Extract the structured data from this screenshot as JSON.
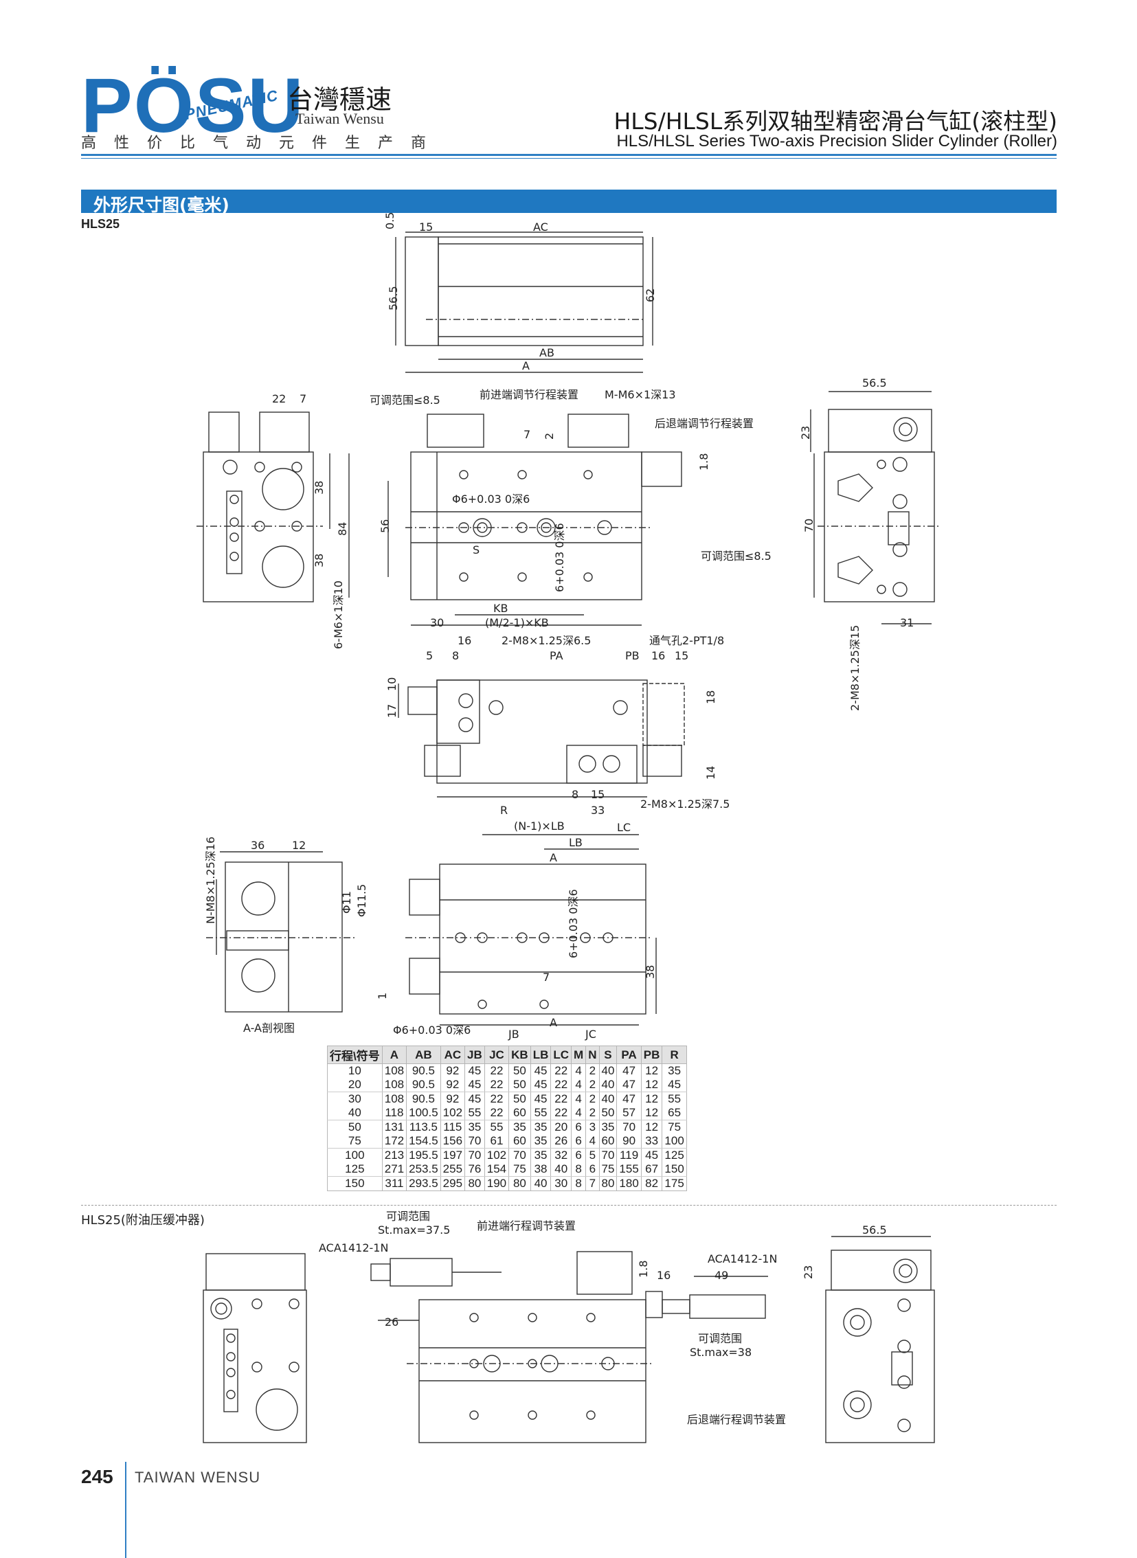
{
  "header": {
    "logo": "PÖSU",
    "logo_sub": "PNEUMATIC",
    "brand_cn": "台灣穩速",
    "brand_en": "Taiwan Wensu",
    "slogan": "高性价比气动元件生产商",
    "title_cn": "HLS/HLSL系列双轴型精密滑台气缸(滚柱型)",
    "title_en": "HLS/HLSL Series Two-axis Precision Slider Cylinder (Roller)"
  },
  "section_title": "外形尺寸图(毫米)",
  "model_label": "HLS25",
  "model2_label": "HLS25(附油压缓冲器)",
  "labels": {
    "l_05": "0.5",
    "l_15": "15",
    "l_AC": "AC",
    "l_565": "56.5",
    "l_62": "62",
    "l_AB": "AB",
    "l_A": "A",
    "l_range1": "可调范围≤8.5",
    "l_front": "前进端调节行程装置",
    "l_m": "M-M6×1深13",
    "l_back": "后退端调节行程装置",
    "l_2": "2",
    "l_7": "7",
    "l_18": "1.8",
    "l_phi6": "Φ6+0.03 0深6",
    "l_56": "56",
    "l_S": "S",
    "l_6dp": "6+0.03 0深6",
    "l_range2": "可调范围≤8.5",
    "l_30": "30",
    "l_KB": "KB",
    "l_mkb": "(M/2-1)×KB",
    "l_22": "22",
    "l_7b": "7",
    "l_38a": "38",
    "l_84": "84",
    "l_38b": "38",
    "l_6m6": "6-M6×1深10",
    "l_565b": "56.5",
    "l_23": "23",
    "l_70": "70",
    "l_31": "31",
    "l_2m8c": "2-M8×1.25深15",
    "l_5": "5",
    "l_8": "8",
    "l_16a": "16",
    "l_2m8a": "2-M8×1.25深6.5",
    "l_vent": "通气孔2-PT1/8",
    "l_PA": "PA",
    "l_PB": "PB",
    "l_16b": "16",
    "l_15b": "15",
    "l_10": "10",
    "l_17": "17",
    "l_18b": "18",
    "l_14": "14",
    "l_8b": "8",
    "l_15c": "15",
    "l_R": "R",
    "l_33": "33",
    "l_2m8b": "2-M8×1.25深7.5",
    "l_36": "36",
    "l_12": "12",
    "l_nm8": "N-M8×1.25深16",
    "l_phi11": "Φ11",
    "l_phi115": "Φ11.5",
    "l_aa": "A-A剖视图",
    "l_nlb": "(N-1)×LB",
    "l_LC": "LC",
    "l_LB": "LB",
    "l_A2": "A",
    "l_6dp2": "6+0.03 0深6",
    "l_38c": "38",
    "l_7c": "7",
    "l_1": "1",
    "l_phi6b": "Φ6+0.03 0深6",
    "l_JB": "JB",
    "l_A3": "A",
    "l_JC": "JC",
    "l_range3": "可调范围",
    "l_stmax1": "St.max=37.5",
    "l_front2": "前进端行程调节装置",
    "l_aca1": "ACA1412-1N",
    "l_26": "26",
    "l_18c": "1.8",
    "l_16c": "16",
    "l_aca2": "ACA1412-1N",
    "l_49": "49",
    "l_range4": "可调范围",
    "l_stmax2": "St.max=38",
    "l_back2": "后退端行程调节装置",
    "l_565c": "56.5",
    "l_23b": "23"
  },
  "table": {
    "headers": [
      "行程\\符号",
      "A",
      "AB",
      "AC",
      "JB",
      "JC",
      "KB",
      "LB",
      "LC",
      "M",
      "N",
      "S",
      "PA",
      "PB",
      "R"
    ],
    "rows": [
      [
        "10",
        "108",
        "90.5",
        "92",
        "45",
        "22",
        "50",
        "45",
        "22",
        "4",
        "2",
        "40",
        "47",
        "12",
        "35"
      ],
      [
        "20",
        "108",
        "90.5",
        "92",
        "45",
        "22",
        "50",
        "45",
        "22",
        "4",
        "2",
        "40",
        "47",
        "12",
        "45"
      ],
      [
        "30",
        "108",
        "90.5",
        "92",
        "45",
        "22",
        "50",
        "45",
        "22",
        "4",
        "2",
        "40",
        "47",
        "12",
        "55"
      ],
      [
        "40",
        "118",
        "100.5",
        "102",
        "55",
        "22",
        "60",
        "55",
        "22",
        "4",
        "2",
        "50",
        "57",
        "12",
        "65"
      ],
      [
        "50",
        "131",
        "113.5",
        "115",
        "35",
        "55",
        "35",
        "35",
        "20",
        "6",
        "3",
        "35",
        "70",
        "12",
        "75"
      ],
      [
        "75",
        "172",
        "154.5",
        "156",
        "70",
        "61",
        "60",
        "35",
        "26",
        "6",
        "4",
        "60",
        "90",
        "33",
        "100"
      ],
      [
        "100",
        "213",
        "195.5",
        "197",
        "70",
        "102",
        "70",
        "35",
        "32",
        "6",
        "5",
        "70",
        "119",
        "45",
        "125"
      ],
      [
        "125",
        "271",
        "253.5",
        "255",
        "76",
        "154",
        "75",
        "38",
        "40",
        "8",
        "6",
        "75",
        "155",
        "67",
        "150"
      ],
      [
        "150",
        "311",
        "293.5",
        "295",
        "80",
        "190",
        "80",
        "40",
        "30",
        "8",
        "7",
        "80",
        "180",
        "82",
        "175"
      ]
    ]
  },
  "footer": {
    "page": "245",
    "brand": "TAIWAN WENSU"
  }
}
